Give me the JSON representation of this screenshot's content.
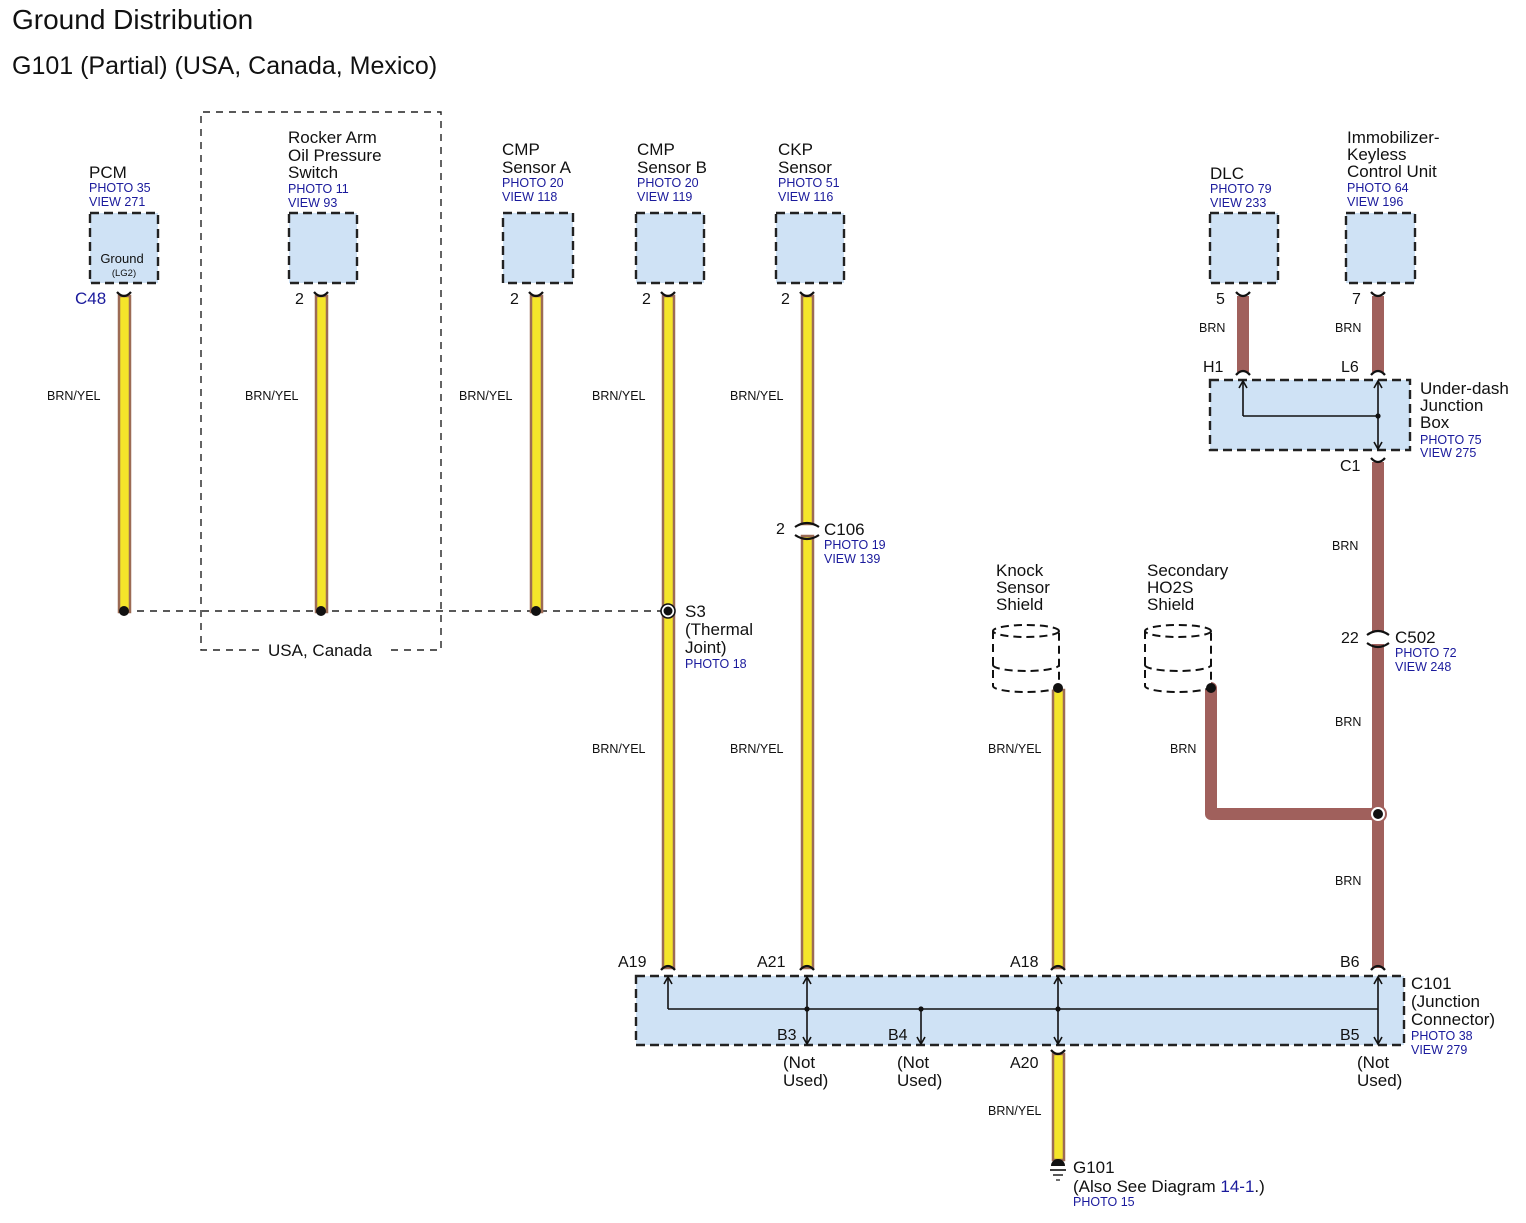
{
  "title": "Ground Distribution",
  "subtitle": "G101 (Partial) (USA, Canada, Mexico)",
  "region_label": "USA, Canada",
  "components": {
    "pcm": {
      "name": [
        "PCM"
      ],
      "photo": "PHOTO 35",
      "view": "VIEW 271",
      "inner_label": "Ground",
      "inner_sub": "(LG2)",
      "connector": "C48"
    },
    "rocker": {
      "name": [
        "Rocker Arm",
        "Oil Pressure",
        "Switch"
      ],
      "photo": "PHOTO 11",
      "view": "VIEW 93",
      "pin": "2"
    },
    "cmp_a": {
      "name": [
        "CMP",
        "Sensor A"
      ],
      "photo": "PHOTO 20",
      "view": "VIEW 118",
      "pin": "2"
    },
    "cmp_b": {
      "name": [
        "CMP",
        "Sensor B"
      ],
      "photo": "PHOTO 20",
      "view": "VIEW 119",
      "pin": "2"
    },
    "ckp": {
      "name": [
        "CKP",
        "Sensor"
      ],
      "photo": "PHOTO 51",
      "view": "VIEW 116",
      "pin": "2"
    },
    "dlc": {
      "name": [
        "DLC"
      ],
      "photo": "PHOTO 79",
      "view": "VIEW 233",
      "pin": "5"
    },
    "immobilizer": {
      "name": [
        "Immobilizer-",
        "Keyless",
        "Control Unit"
      ],
      "photo": "PHOTO 64",
      "view": "VIEW 196",
      "pin": "7"
    },
    "knock": {
      "name": [
        "Knock",
        "Sensor",
        "Shield"
      ]
    },
    "ho2s": {
      "name": [
        "Secondary",
        "HO2S",
        "Shield"
      ]
    },
    "underdash": {
      "name": [
        "Under-dash",
        "Junction",
        "Box"
      ],
      "photo": "PHOTO 75",
      "view": "VIEW 275",
      "pin_h1": "H1",
      "pin_l6": "L6",
      "pin_c1": "C1"
    },
    "c106": {
      "name": "C106",
      "photo": "PHOTO 19",
      "view": "VIEW 139",
      "pin": "2"
    },
    "c502": {
      "name": "C502",
      "photo": "PHOTO 72",
      "view": "VIEW 248",
      "pin": "22"
    },
    "s3": {
      "name": [
        "S3",
        "(Thermal",
        "Joint)"
      ],
      "photo": "PHOTO 18"
    },
    "c101": {
      "name": [
        "C101",
        "(Junction",
        "Connector)"
      ],
      "photo": "PHOTO 38",
      "view": "VIEW 279",
      "pins": {
        "a19": "A19",
        "a21": "A21",
        "a18": "A18",
        "b6": "B6",
        "b3": "B3",
        "b4": "B4",
        "b5": "B5",
        "a20": "A20"
      },
      "not_used": [
        "(Not",
        "Used)"
      ]
    },
    "g101": {
      "name": "G101",
      "note_pre": "(Also See Diagram ",
      "note_link": "14-1",
      "note_post": ".)",
      "photo": "PHOTO 15"
    }
  },
  "wire_colors": {
    "brn_yel": "BRN/YEL",
    "brn": "BRN"
  },
  "colors": {
    "brn_yel_fill": "#f5e52a",
    "brn_yel_edge": "#9c6b55",
    "brn": "#a0605c",
    "box_fill": "#cfe2f5",
    "ref_blue": "#1a1a9c"
  }
}
